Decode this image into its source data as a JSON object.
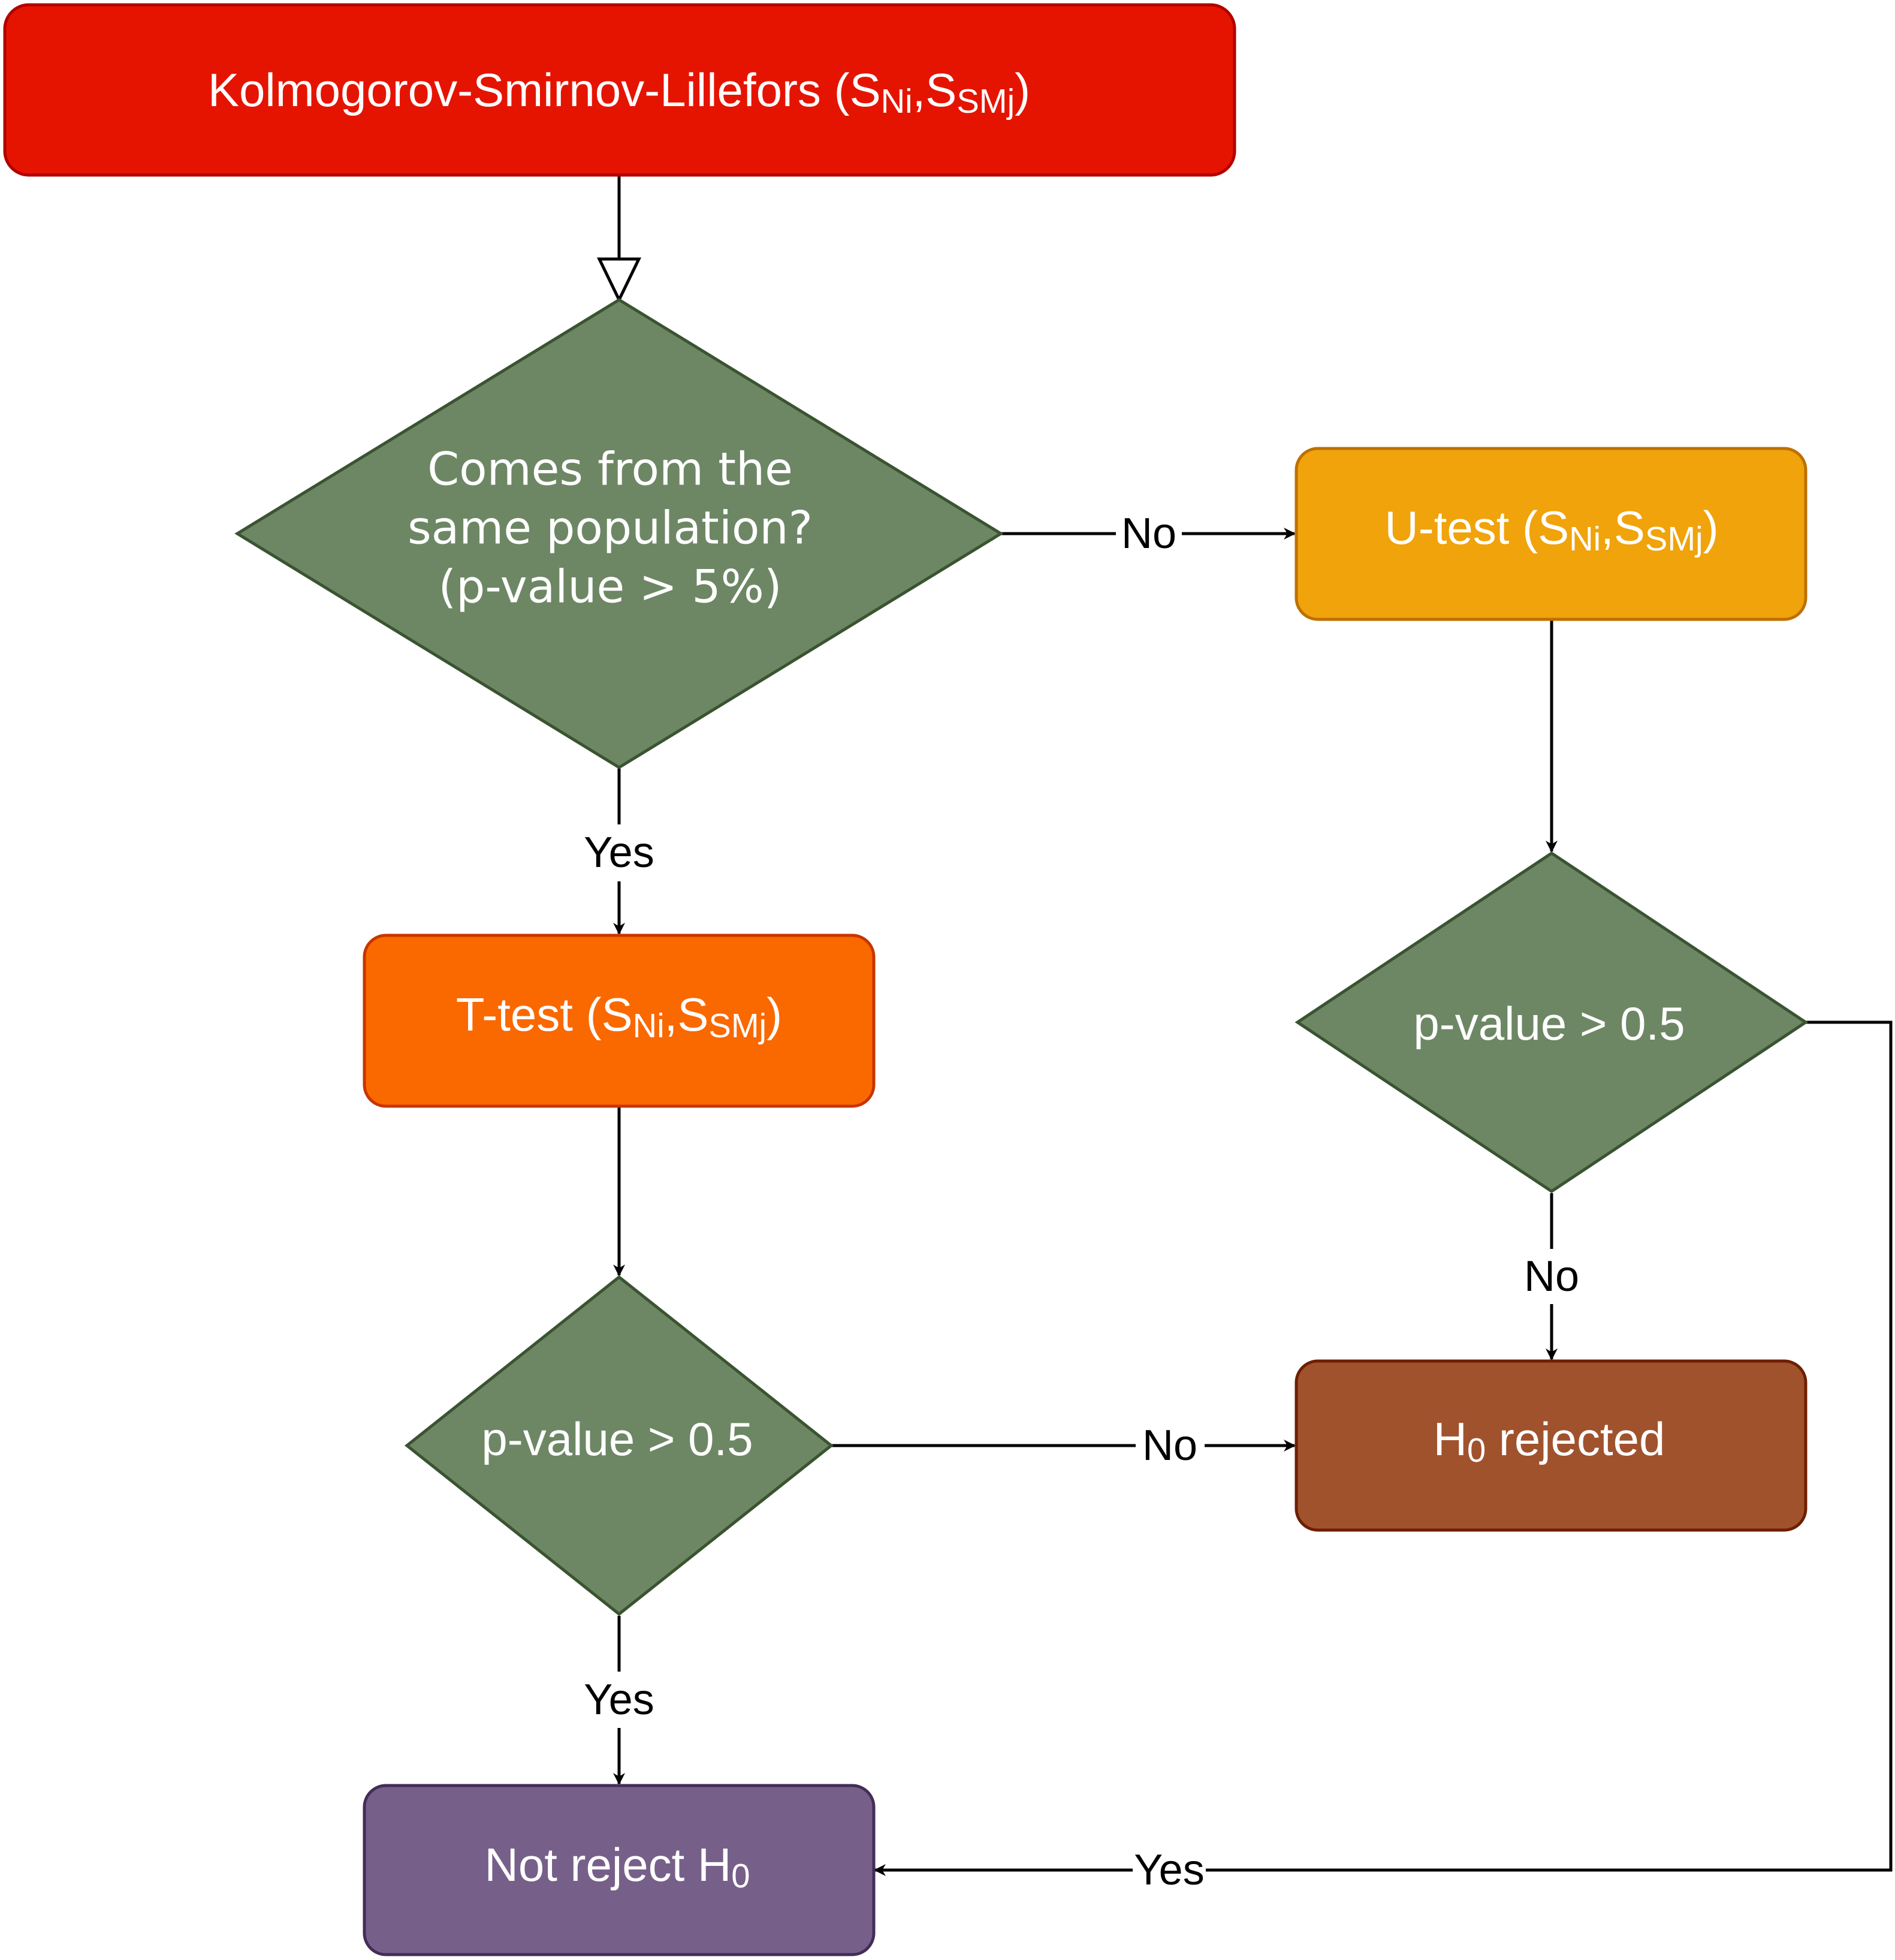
{
  "colors": {
    "start_fill": "#e51400",
    "start_stroke": "#b20000",
    "decision_fill": "#6d8764",
    "decision_stroke": "#3a5431",
    "utest_fill": "#f0a30a",
    "utest_stroke": "#bd7000",
    "ttest_fill": "#fa6800",
    "ttest_stroke": "#c73500",
    "rejected_fill": "#a0522d",
    "rejected_stroke": "#6d1f00",
    "notreject_fill": "#76608a",
    "notreject_stroke": "#432d57",
    "edge": "#000000"
  },
  "nodes": {
    "start": {
      "text": "Kolmogorov-Smirnov-Lillefors (S",
      "sub1": "Ni",
      "mid": ",S",
      "sub2": "SMj",
      "end": ")"
    },
    "decision_population": {
      "line1": "Comes from the",
      "line2": "same population?",
      "line3": "(p-value > 5%)"
    },
    "utest": {
      "text": "U-test (S",
      "sub1": "Ni",
      "mid": ",S",
      "sub2": "SMj",
      "end": ")"
    },
    "ttest": {
      "text": "T-test (S",
      "sub1": "Ni",
      "mid": ",S",
      "sub2": "SMj",
      "end": ")"
    },
    "decision_u": {
      "text": "p-value > 0.5"
    },
    "decision_t": {
      "text": "p-value > 0.5"
    },
    "rejected": {
      "text": "H",
      "sub": "0",
      "end": " rejected"
    },
    "not_reject": {
      "text": "Not reject H",
      "sub": "0"
    }
  },
  "edges": {
    "pop_no": "No",
    "pop_yes": "Yes",
    "u_no": "No",
    "u_yes": "Yes",
    "t_no": "No",
    "t_yes": "Yes"
  }
}
